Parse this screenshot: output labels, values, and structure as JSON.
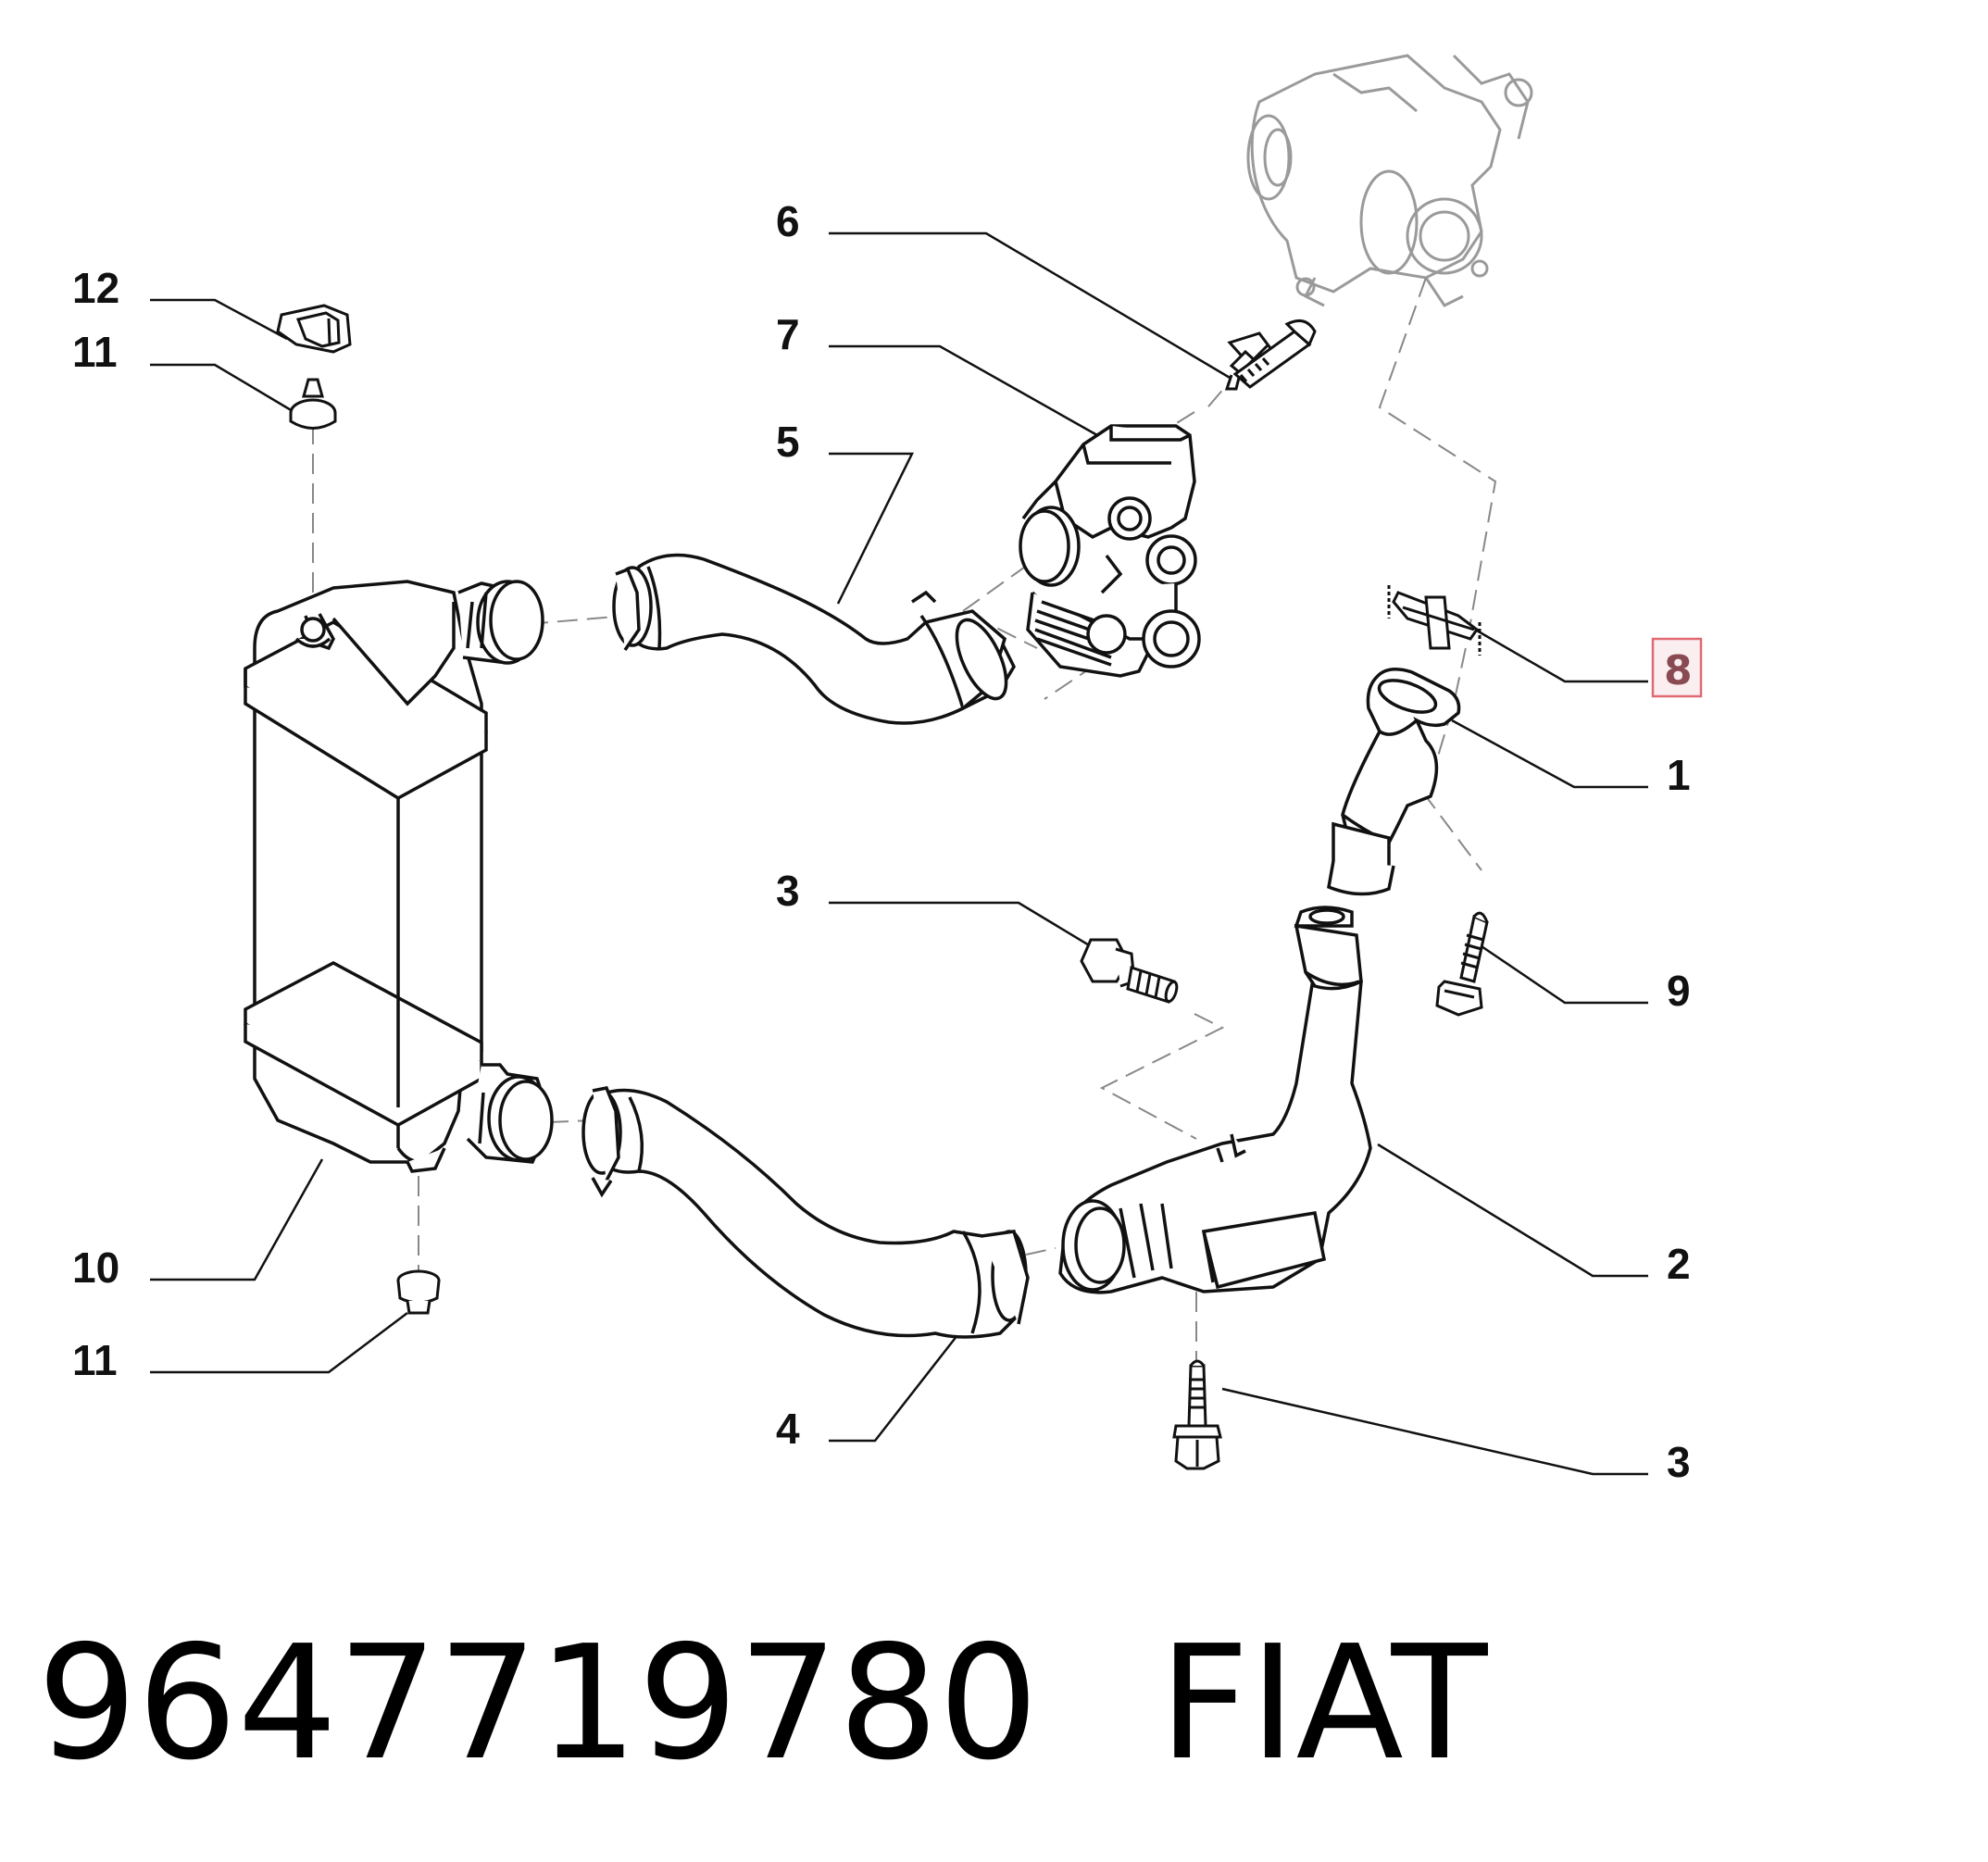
{
  "callouts": [
    {
      "id": "c6",
      "label": "6"
    },
    {
      "id": "c7",
      "label": "7"
    },
    {
      "id": "c5",
      "label": "5"
    },
    {
      "id": "c12",
      "label": "12"
    },
    {
      "id": "c11a",
      "label": "11"
    },
    {
      "id": "c8",
      "label": "8",
      "highlighted": true
    },
    {
      "id": "c1",
      "label": "1"
    },
    {
      "id": "c3a",
      "label": "3"
    },
    {
      "id": "c9",
      "label": "9"
    },
    {
      "id": "c10",
      "label": "10"
    },
    {
      "id": "c2",
      "label": "2"
    },
    {
      "id": "c11b",
      "label": "11"
    },
    {
      "id": "c4",
      "label": "4"
    },
    {
      "id": "c3b",
      "label": "3"
    }
  ],
  "footer": {
    "part_number": "9647719780",
    "brand": "FIAT"
  },
  "colors": {
    "line": "#111111",
    "ghost_line": "#9a9a9a",
    "highlight_border": "#e06a74",
    "highlight_fill": "#fbeef0"
  }
}
